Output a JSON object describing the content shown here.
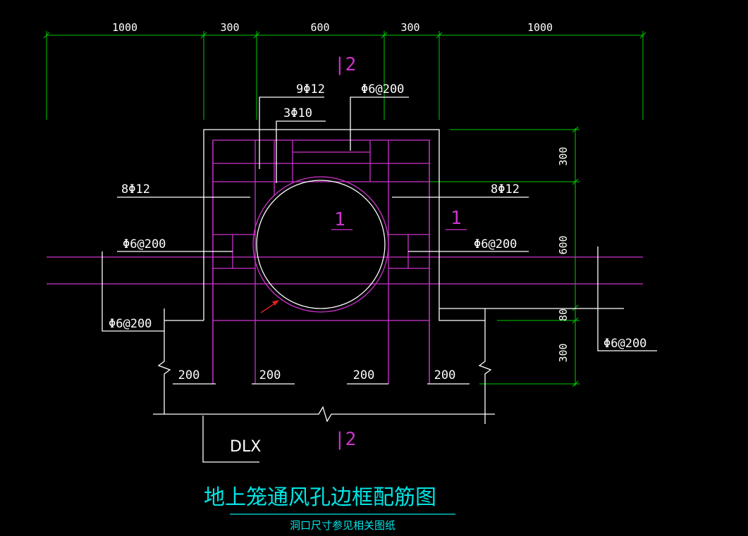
{
  "colors": {
    "background": "#000000",
    "dimension": "#00CC00",
    "rebar": "#CC33CC",
    "outline": "#FFFFFF",
    "title": "#00E5E5",
    "pointer_arrow": "#E02020"
  },
  "top_dimensions": [
    "1000",
    "300",
    "600",
    "300",
    "1000"
  ],
  "right_dimensions": [
    "300",
    "600",
    "80",
    "300"
  ],
  "bottom_dimensions": [
    "200",
    "200",
    "200",
    "200"
  ],
  "section_marks": {
    "top": "2",
    "bottom": "2",
    "center": "1",
    "right": "1"
  },
  "rebar_labels": {
    "top_main": "9Φ12",
    "top_secondary": "3Φ10",
    "top_stirrup": "Φ6@200",
    "left_main": "8Φ12",
    "right_main": "8Φ12",
    "left_stirrup": "Φ6@200",
    "right_stirrup": "Φ6@200",
    "bottom_left_stirrup": "Φ6@200",
    "bottom_right_stirrup": "Φ6@200"
  },
  "foundation_label": "DLX",
  "title": "地上笼通风孔边框配筋图",
  "subtitle": "洞口尺寸参见相关图纸"
}
